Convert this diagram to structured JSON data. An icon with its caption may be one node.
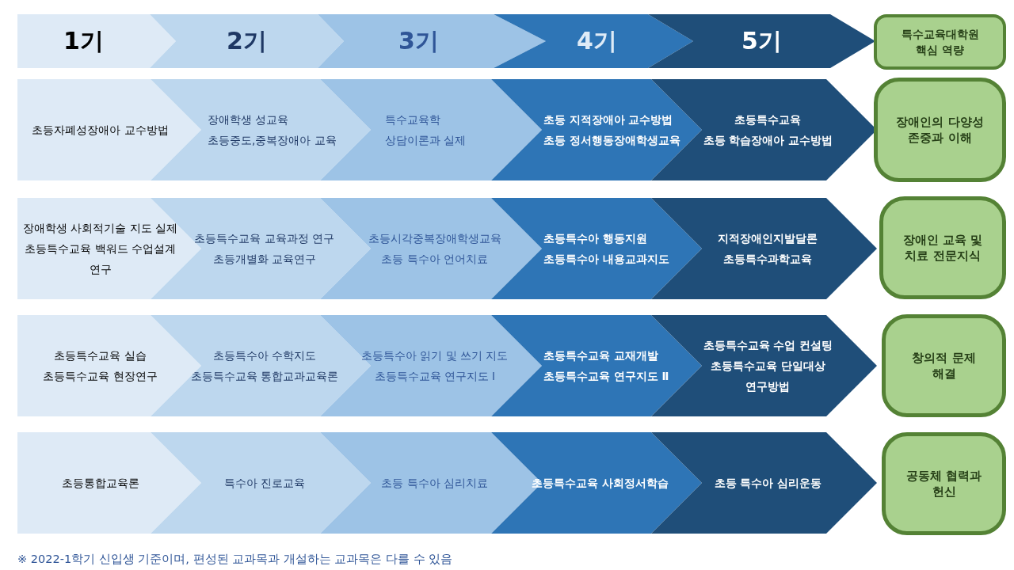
{
  "diagram": {
    "nodes": [
      {
        "text": [
          "1기"
        ]
      },
      {
        "text": [
          "2기"
        ]
      },
      {
        "text": [
          "3기"
        ]
      },
      {
        "text": [
          "4기"
        ]
      },
      {
        "text": [
          "5기"
        ]
      },
      {
        "text": [
          "특수교육대학원 핵심 역량"
        ]
      },
      {
        "text": [
          "초등자폐성장애아 교수방법"
        ]
      },
      {
        "text": [
          "장애학생 성교육",
          "초등중도,중복장애아 교육"
        ]
      },
      {
        "text": [
          "특수교육학",
          "상담이론과 실제"
        ]
      },
      {
        "text": [
          "초등 지적장애아 교수방법",
          "초등 정서행동장애학생교육"
        ]
      },
      {
        "text": [
          "초등특수교육",
          "초등 학습장애아 교수방법"
        ]
      },
      {
        "text": [
          "장애인의 다양성 존중과 이해"
        ]
      },
      {
        "text": [
          "장애학생 사회적기술 지도 실제",
          "초등특수교육 백워드 수업설계 연구"
        ]
      },
      {
        "text": [
          "초등특수교육 교육과정 연구",
          "초등개별화 교육연구"
        ]
      },
      {
        "text": [
          "초등시각중복장애학생교육",
          "초등 특수아 언어치료"
        ]
      },
      {
        "text": [
          "초등특수아 행동지원",
          "초등특수아 내용교과지도"
        ]
      },
      {
        "text": [
          "지적장애인지발달론",
          "초등특수과학교육"
        ]
      },
      {
        "text": [
          "장애인 교육 및 치료 전문지식"
        ]
      },
      {
        "text": [
          "초등특수교육 실습",
          "초등특수교육 현장연구"
        ]
      },
      {
        "text": [
          "초등특수아 수학지도",
          "초등특수교육 통합교과교육론"
        ]
      },
      {
        "text": [
          "초등특수아 읽기 및 쓰기 지도",
          "초등특수교육 연구지도 Ⅰ"
        ]
      },
      {
        "text": [
          "초등특수교육 교재개발",
          "초등특수교육 연구지도 Ⅱ"
        ]
      },
      {
        "text": [
          "초등특수교육 수업 컨설팅",
          "초등특수교육 단일대상 연구방법"
        ]
      },
      {
        "text": [
          "창의적 문제 해결"
        ]
      },
      {
        "text": [
          "초등통합교육론"
        ]
      },
      {
        "text": [
          "특수아 진로교육"
        ]
      },
      {
        "text": [
          "초등 특수아 심리치료"
        ]
      },
      {
        "text": [
          "초등특수교육 사회정서학습"
        ]
      },
      {
        "text": [
          "초등 특수아 심리운동"
        ]
      },
      {
        "text": [
          "공동체 협력과 헌신"
        ]
      }
    ],
    "labels": [
      "※ 2022-1학기 신입생 기준이며, 편성된 교과목과 개설하는 교과목은 다를 수 있음"
    ]
  }
}
